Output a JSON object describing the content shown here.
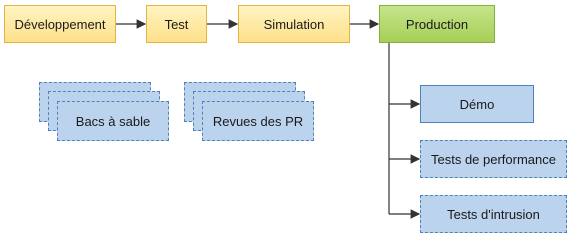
{
  "pipeline": {
    "stages": [
      {
        "id": "dev",
        "label": "Développement"
      },
      {
        "id": "test",
        "label": "Test"
      },
      {
        "id": "sim",
        "label": "Simulation"
      },
      {
        "id": "prod",
        "label": "Production"
      }
    ]
  },
  "environments": [
    {
      "id": "demo",
      "label": "Démo"
    },
    {
      "id": "perf",
      "label": "Tests de performance"
    },
    {
      "id": "intrusion",
      "label": "Tests d'intrusion"
    }
  ],
  "stacks": [
    {
      "id": "sandboxes",
      "label": "Bacs à sable"
    },
    {
      "id": "pr-reviews",
      "label": "Revues des PR"
    }
  ],
  "colors": {
    "stage_fill": "#fde08a",
    "production_fill": "#a6cf57",
    "environment_fill": "#bcd3ee",
    "environment_border": "#4f81bd",
    "connector": "#333333"
  }
}
